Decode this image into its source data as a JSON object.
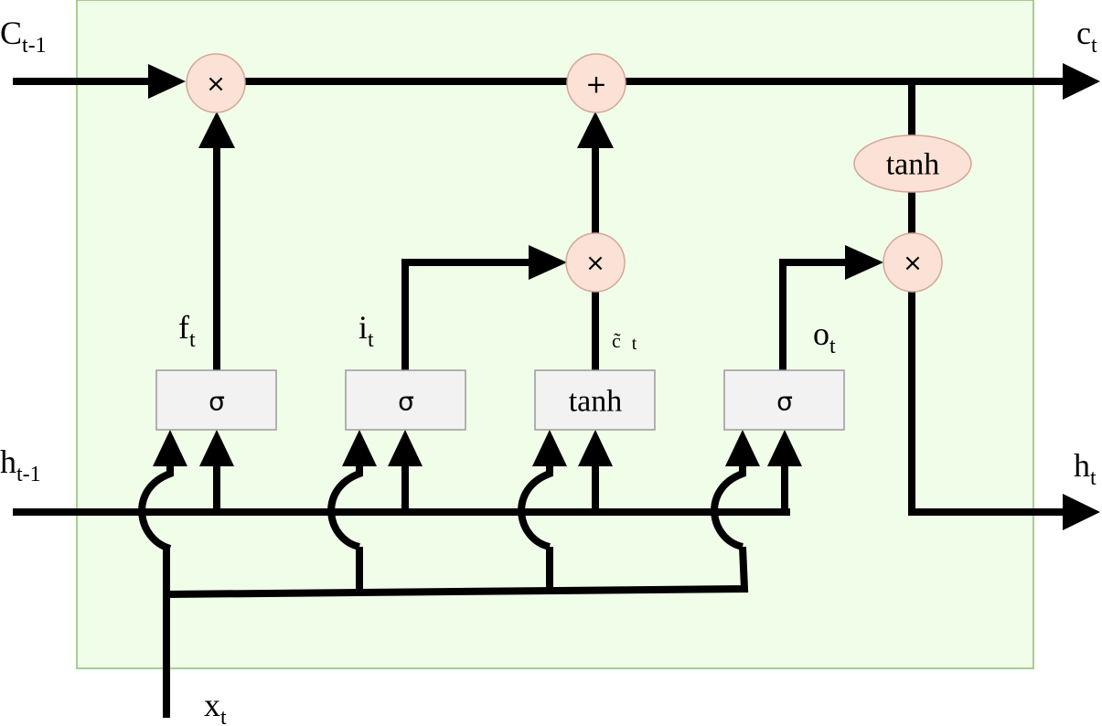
{
  "colors": {
    "background_panel": "#f0fde8",
    "panel_border": "#88c070",
    "gate_box_fill": "#f2f2f2",
    "gate_box_stroke": "#9a9a9a",
    "operator_fill": "#fbe1d6",
    "operator_stroke": "#d3a696",
    "line": "#000000"
  },
  "labels": {
    "c_prev": {
      "main": "C",
      "sub": "t-1"
    },
    "c_out": {
      "main": "c",
      "sub": "t"
    },
    "h_prev": {
      "main": "h",
      "sub": "t-1"
    },
    "h_out": {
      "main": "h",
      "sub": "t"
    },
    "x_in": {
      "main": "x",
      "sub": "t"
    },
    "f_gate": {
      "main": "f",
      "sub": "t"
    },
    "i_gate": {
      "main": "i",
      "sub": "t"
    },
    "c_tilde": {
      "main": "c̃",
      "sub": "t"
    },
    "o_gate": {
      "main": "o",
      "sub": "t"
    }
  },
  "gates": {
    "forget": "σ",
    "input": "σ",
    "candidate": "tanh",
    "output": "σ"
  },
  "operators": {
    "forget_mult": "×",
    "cell_add": "+",
    "input_mult": "×",
    "output_mult": "×",
    "cell_tanh": "tanh"
  }
}
